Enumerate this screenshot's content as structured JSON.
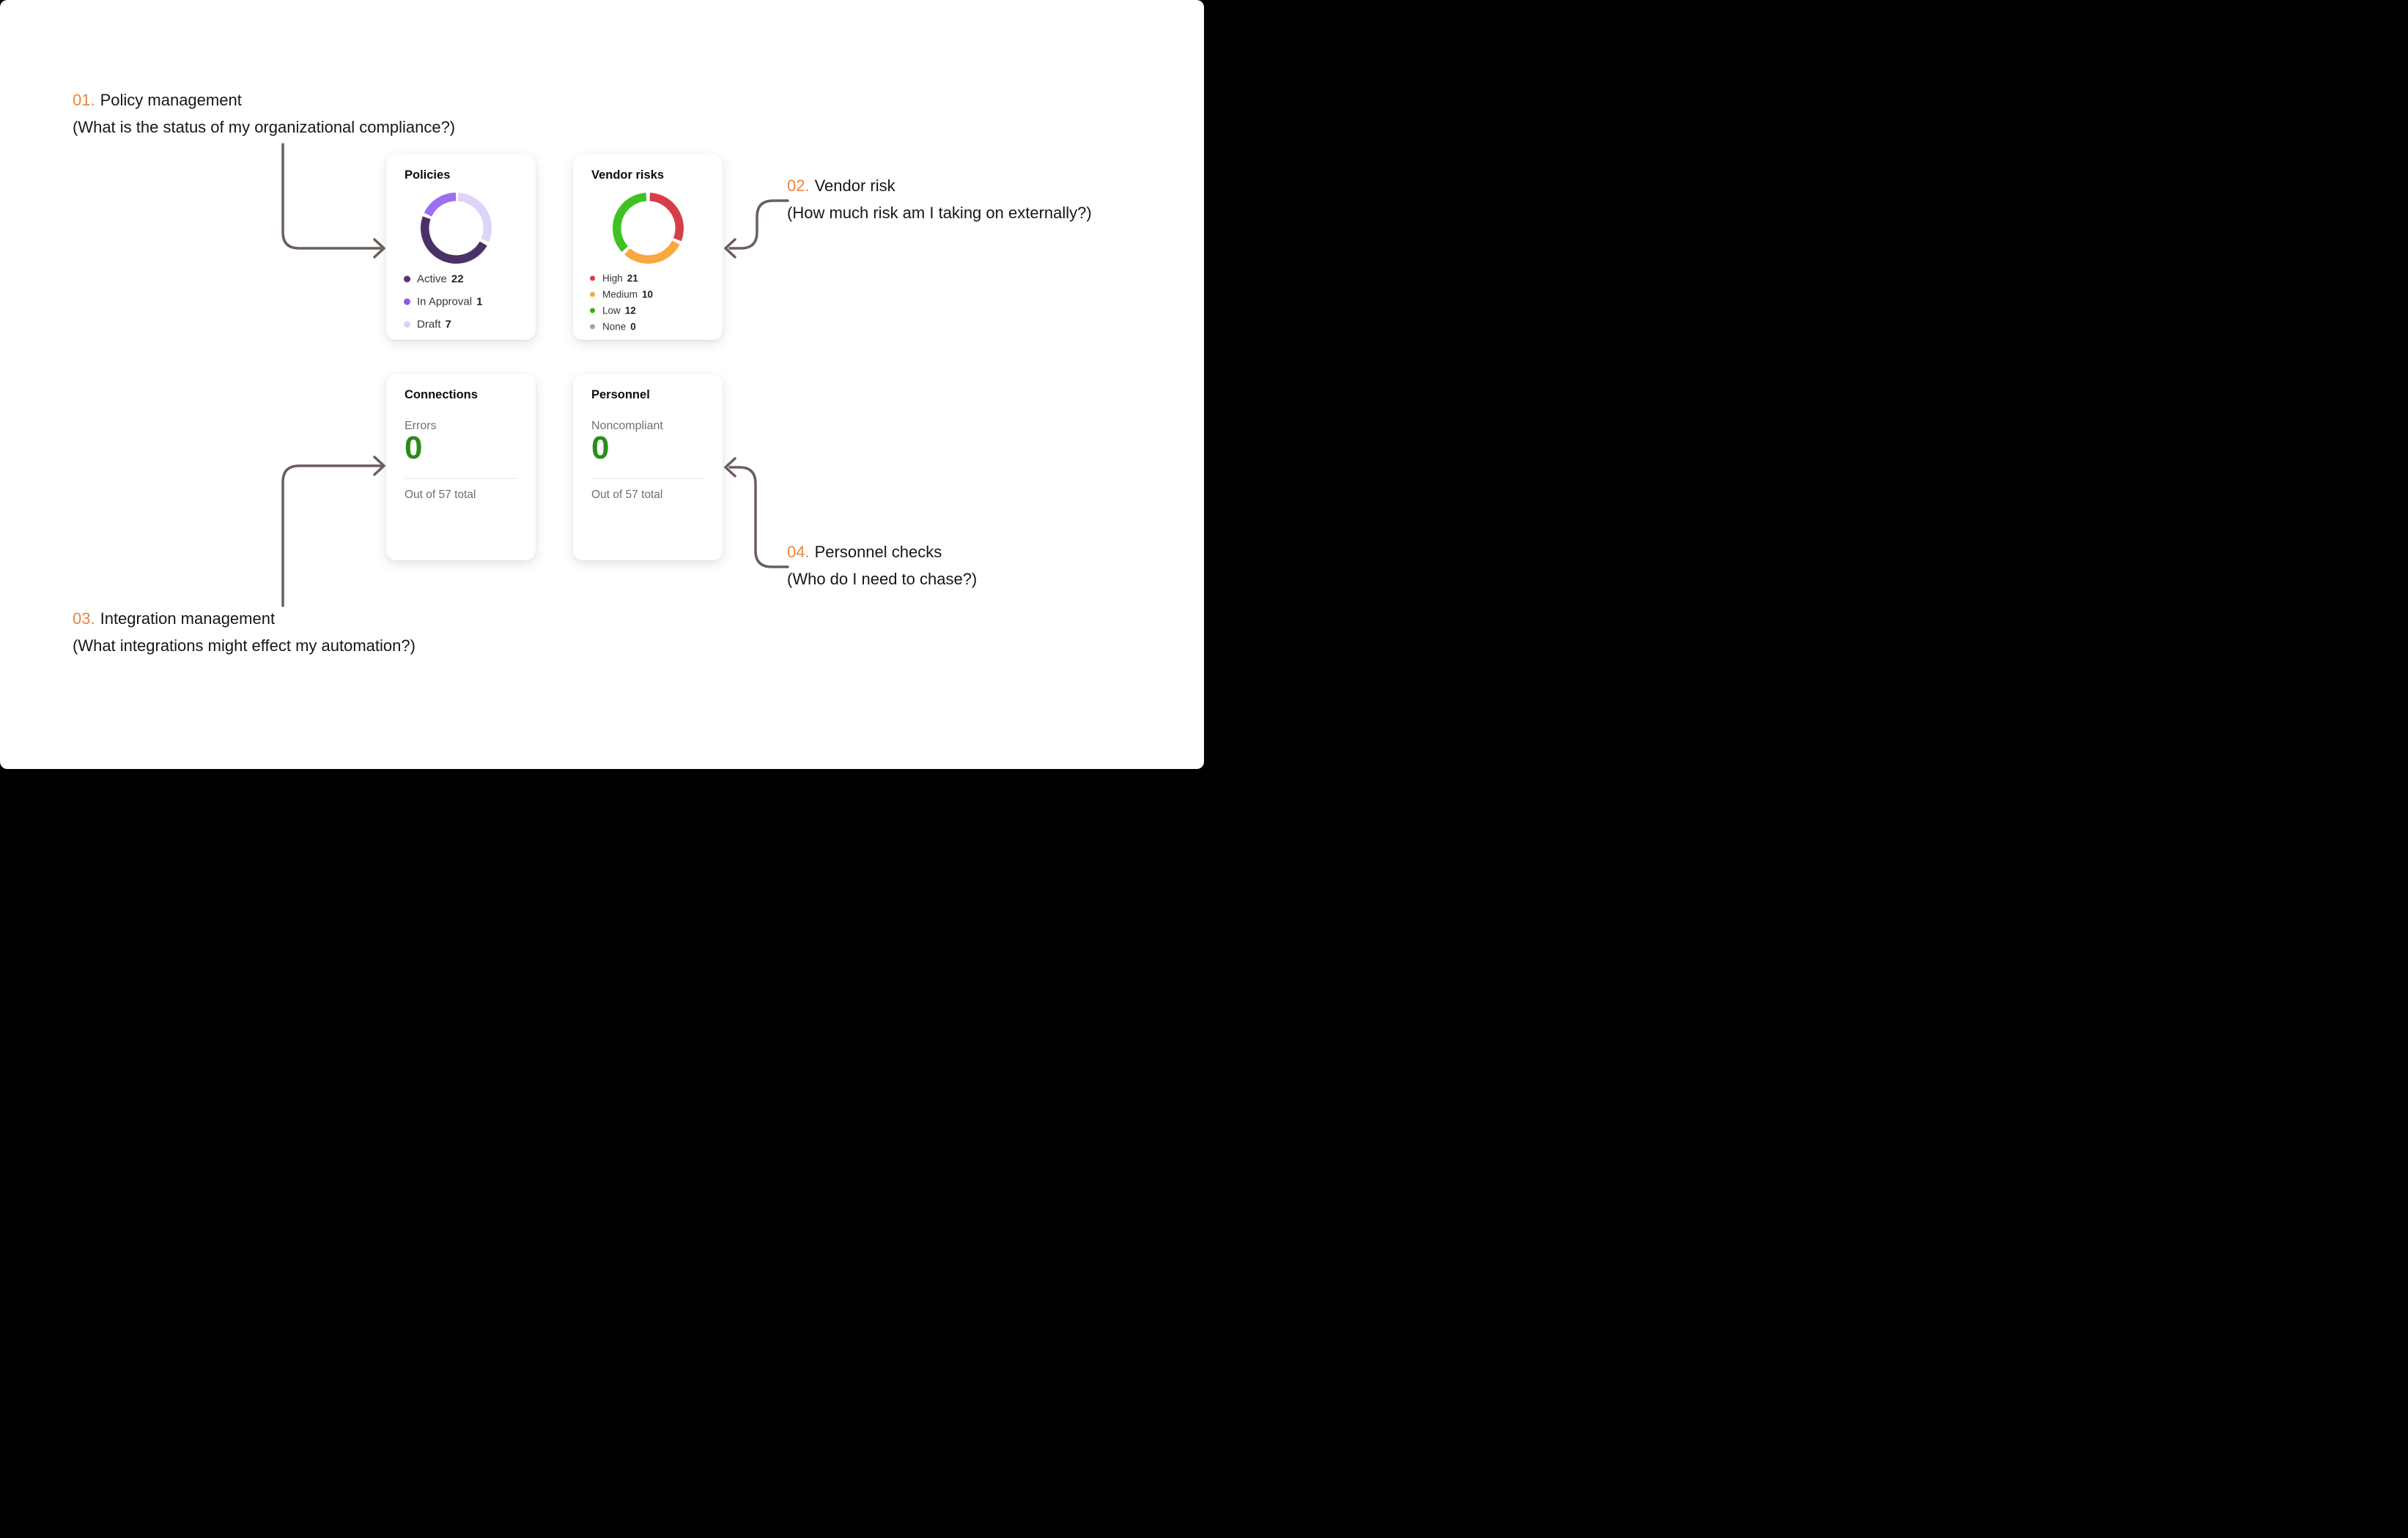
{
  "colors": {
    "accent_orange": "#ea8440",
    "arrow": "#6b5e5b",
    "annotation_text": "#171717",
    "metric_green": "#2b8c17",
    "muted_text": "#6e6e79"
  },
  "annotations": [
    {
      "number": "01.",
      "title": "Policy management",
      "question": "(What is the status of my organizational compliance?)"
    },
    {
      "number": "02.",
      "title": "Vendor risk",
      "question": "(How much risk am I taking on externally?)"
    },
    {
      "number": "03.",
      "title": "Integration management",
      "question": "(What integrations might effect my automation?)"
    },
    {
      "number": "04.",
      "title": "Personnel checks",
      "question": "(Who do I need to chase?)"
    }
  ],
  "cards": {
    "policies": {
      "title": "Policies",
      "legend": [
        {
          "label": "Active",
          "value": "22",
          "color": "#553379"
        },
        {
          "label": "In Approval",
          "value": "1",
          "color": "#8a5ae4"
        },
        {
          "label": "Draft",
          "value": "7",
          "color": "#dcd1f8"
        }
      ]
    },
    "vendor_risks": {
      "title": "Vendor risks",
      "legend": [
        {
          "label": "High",
          "value": "21",
          "color": "#d63c47"
        },
        {
          "label": "Medium",
          "value": "10",
          "color": "#f6a83f"
        },
        {
          "label": "Low",
          "value": "12",
          "color": "#30b607"
        },
        {
          "label": "None",
          "value": "0",
          "color": "#a4a4a8"
        }
      ]
    },
    "connections": {
      "title": "Connections",
      "metric_label": "Errors",
      "metric_value": "0",
      "footnote": "Out of 57 total"
    },
    "personnel": {
      "title": "Personnel",
      "metric_label": "Noncompliant",
      "metric_value": "0",
      "footnote": "Out of 57 total"
    }
  },
  "chart_data": [
    {
      "type": "pie",
      "variant": "donut",
      "title": "Policies",
      "labels": [
        "Active",
        "In Approval",
        "Draft"
      ],
      "values": [
        22,
        1,
        7
      ],
      "colors": [
        "#4a3168",
        "#9c6ef2",
        "#ded3f8"
      ],
      "legend_position": "bottom-left",
      "segments_drawn": [
        {
          "label": "Draft",
          "start_deg": 3.5,
          "end_deg": 113,
          "color": "#ded3f8"
        },
        {
          "label": "Active",
          "start_deg": 119.5,
          "end_deg": 289.5,
          "color": "#4a3168"
        },
        {
          "label": "In Approval",
          "start_deg": 295.5,
          "end_deg": 359.5,
          "color": "#9c6ef2"
        }
      ]
    },
    {
      "type": "pie",
      "variant": "donut",
      "title": "Vendor risks",
      "labels": [
        "High",
        "Medium",
        "Low",
        "None"
      ],
      "values": [
        21,
        10,
        12,
        0
      ],
      "colors": [
        "#d63f4a",
        "#f8a840",
        "#3fc221",
        "#a4a4a8"
      ],
      "legend_position": "bottom-left",
      "segments_drawn": [
        {
          "label": "High",
          "start_deg": 3,
          "end_deg": 111.5,
          "color": "#d63f4a"
        },
        {
          "label": "Medium",
          "start_deg": 117.5,
          "end_deg": 222,
          "color": "#f8a840"
        },
        {
          "label": "Low",
          "start_deg": 228,
          "end_deg": 356.5,
          "color": "#3fc221"
        }
      ]
    }
  ]
}
